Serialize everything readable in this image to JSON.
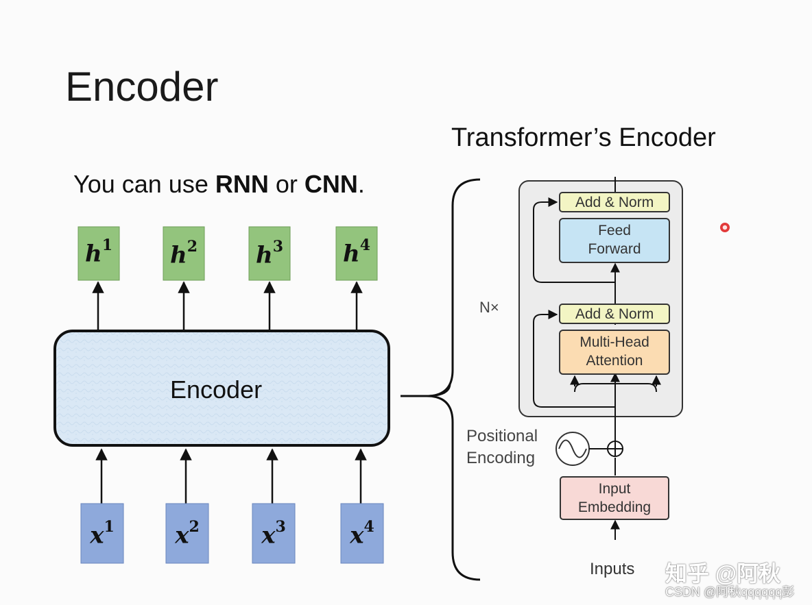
{
  "slide": {
    "title": "Encoder",
    "subtitle": "Transformer’s Encoder"
  },
  "note": {
    "prefix": "You can use ",
    "rnn": "RNN",
    "middle": " or ",
    "cnn": "CNN",
    "suffix": "."
  },
  "left_diagram": {
    "encoder_label": "Encoder",
    "outputs": [
      {
        "base": "h",
        "sup": "1"
      },
      {
        "base": "h",
        "sup": "2"
      },
      {
        "base": "h",
        "sup": "3"
      },
      {
        "base": "h",
        "sup": "4"
      }
    ],
    "inputs": [
      {
        "base": "x",
        "sup": "1"
      },
      {
        "base": "x",
        "sup": "2"
      },
      {
        "base": "x",
        "sup": "3"
      },
      {
        "base": "x",
        "sup": "4"
      }
    ]
  },
  "transformer": {
    "add_norm_top": "Add & Norm",
    "feed_forward_line1": "Feed",
    "feed_forward_line2": "Forward",
    "add_norm_bottom": "Add & Norm",
    "attention_line1": "Multi-Head",
    "attention_line2": "Attention",
    "repeat_label": "N×",
    "positional_line1": "Positional",
    "positional_line2": "Encoding",
    "embedding_line1": "Input",
    "embedding_line2": "Embedding",
    "inputs_label": "Inputs"
  },
  "watermark": {
    "line1": "知乎 @阿秋",
    "line2": "CSDN @阿秋qqqqqq彭"
  },
  "colors": {
    "h_box": "#93c47d",
    "x_box": "#8ea9db",
    "encoder_fill": "#dceaf6",
    "add_norm": "#f3f5c4",
    "feed_forward": "#c6e4f4",
    "attention": "#fbdcb2",
    "embedding": "#f8d9d6",
    "block_bg": "#ececec"
  }
}
